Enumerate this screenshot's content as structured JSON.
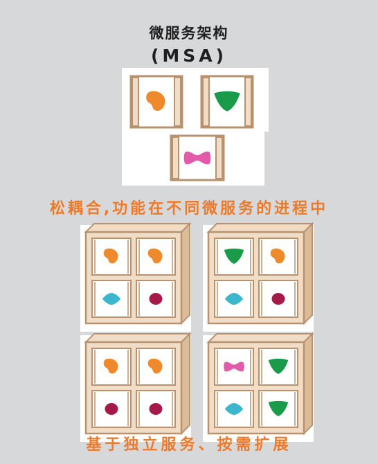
{
  "title": "微服务架构",
  "subtitle": "(MSA)",
  "caption_top": "松耦合,功能在不同微服务的进程中",
  "caption_bottom": "基于独立服务、按需扩展",
  "colors": {
    "background": "#d7d8da",
    "frame": "#b8926f",
    "frame_light": "#f1ddc6",
    "frame_side": "#dcbb98",
    "caption": "#ed7a2a",
    "orange_shape": "#ee8a2c",
    "green_shape": "#1a9b4a",
    "pink_shape": "#e35aa8",
    "cyan_shape": "#3bb6cc",
    "maroon_shape": "#a51a48"
  },
  "top_services": [
    "orange-blob",
    "green-triangle",
    "pink-bowtie"
  ],
  "cabinets": [
    {
      "name": "cabinet-top-left",
      "cells": [
        "orange-blob",
        "orange-blob",
        "cyan-diamond",
        "maroon-oval"
      ]
    },
    {
      "name": "cabinet-top-right",
      "cells": [
        "green-triangle",
        "orange-blob",
        "cyan-diamond",
        "maroon-oval"
      ]
    },
    {
      "name": "cabinet-bottom-left",
      "cells": [
        "orange-blob",
        "orange-blob",
        "maroon-oval",
        "maroon-oval"
      ]
    },
    {
      "name": "cabinet-bottom-right",
      "cells": [
        "pink-bowtie",
        "green-triangle",
        "cyan-diamond",
        "green-triangle"
      ]
    }
  ]
}
